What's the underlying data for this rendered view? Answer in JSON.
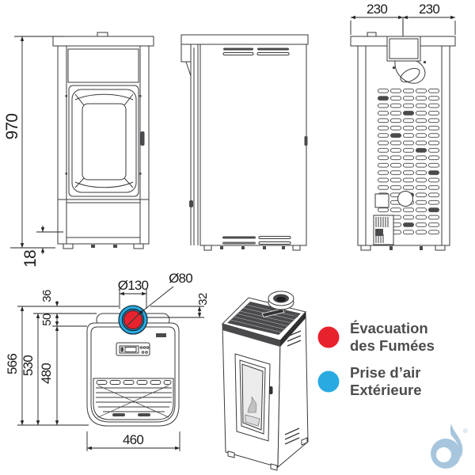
{
  "figure": {
    "type": "technical-dimension-diagram",
    "subject": "pellet stove: front, side, rear, top and perspective views"
  },
  "dims": {
    "front_height": "970",
    "foot_height": "18",
    "rear_width_left": "230",
    "rear_width_right": "230",
    "depth_total": "566",
    "depth_to_collar": "530",
    "body_depth": "480",
    "collar_rear_gap": "36",
    "collar_zone": "50",
    "flue_offset": "32",
    "collar_diameter": "Ø130",
    "flue_diameter": "Ø80",
    "body_width": "460"
  },
  "legend": {
    "items": [
      {
        "id": "smoke-evacuation",
        "color": "#e8222d",
        "line1": "Évacuation",
        "line2": "des Fumées"
      },
      {
        "id": "outside-air-intake",
        "color": "#29abe2",
        "line1": "Prise d’air",
        "line2": "Extérieure"
      }
    ]
  },
  "logo": {
    "registered_mark": "®"
  },
  "colors": {
    "smoke_red": "#e8222d",
    "air_blue": "#29abe2",
    "ring_outline": "#16303e",
    "line_ink": "#3a3a3c",
    "dim_ink": "#232124",
    "legend_text": "#4d4d4f",
    "logo_blue": "#a7c6de"
  }
}
